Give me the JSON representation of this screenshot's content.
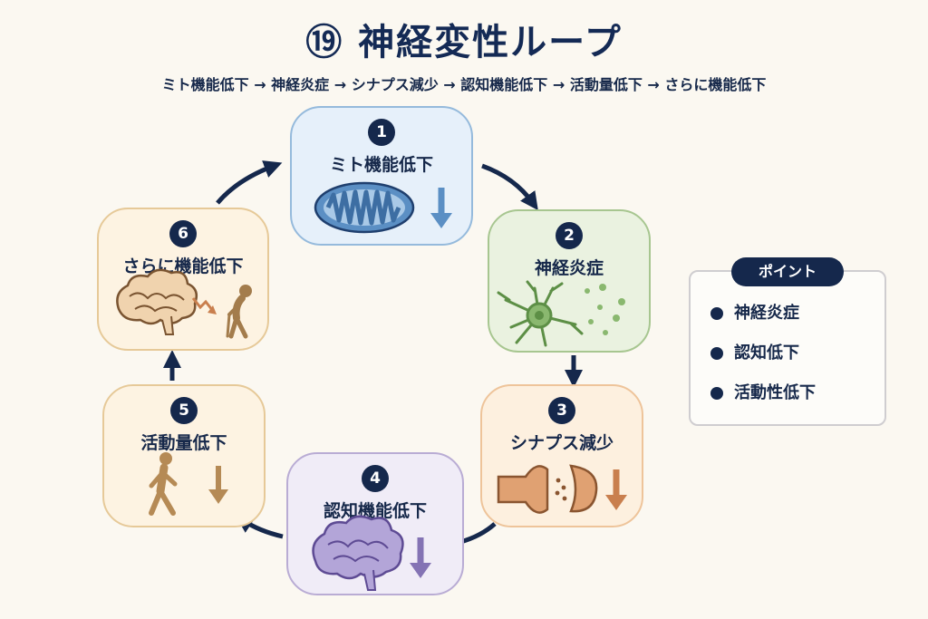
{
  "title": "⑲ 神経変性ループ",
  "subtitle": "ミト機能低下 → 神経炎症 → シナプス減少 → 認知機能低下 → 活動量低下 → さらに機能低下",
  "steps": [
    {
      "number": "1",
      "label": "ミト機能低下",
      "icon": "mitochondria-icon"
    },
    {
      "number": "2",
      "label": "神経炎症",
      "icon": "neuron-icon"
    },
    {
      "number": "3",
      "label": "シナプス減少",
      "icon": "synapse-icon"
    },
    {
      "number": "4",
      "label": "認知機能低下",
      "icon": "brain-icon"
    },
    {
      "number": "5",
      "label": "活動量低下",
      "icon": "walking-person-icon"
    },
    {
      "number": "6",
      "label": "さらに機能低下",
      "icon": "declining-elder-icon"
    }
  ],
  "point": {
    "heading": "ポイント",
    "items": [
      "神経炎症",
      "認知低下",
      "活動性低下"
    ]
  },
  "colors": {
    "navy": "#15284c",
    "blue": "#5b8fc4",
    "green": "#5d8f46",
    "orange": "#c97f4e",
    "purple": "#8473b4",
    "tan": "#b58a55"
  }
}
